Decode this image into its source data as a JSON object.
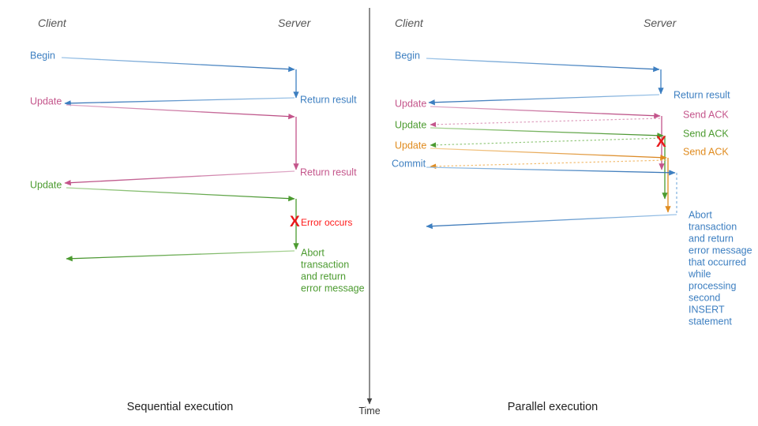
{
  "figure": {
    "title_left": "Sequential execution",
    "title_right": "Parallel execution",
    "time_axis_label": "Time",
    "colors": {
      "blue": "#3d7fc1",
      "blue_light": "#7fb0de",
      "pink": "#c4558b",
      "pink_light": "#dfa0bf",
      "green": "#4c9b30",
      "green_light": "#95c97f",
      "orange": "#e08b1e",
      "orange_light": "#f2bd72",
      "red": "#e8191b",
      "gray": "#555555",
      "axis": "#444444"
    }
  },
  "left_panel": {
    "name": "Sequential execution",
    "actors": {
      "client": "Client",
      "server": "Server"
    },
    "caption": "Sequential execution",
    "messages": [
      {
        "label": "Begin",
        "color": "blue",
        "side": "client"
      },
      {
        "label": "Return result",
        "color": "blue",
        "side": "server"
      },
      {
        "label": "Update",
        "color": "pink",
        "side": "client"
      },
      {
        "label": "Return result",
        "color": "pink",
        "side": "server"
      },
      {
        "label": "Update",
        "color": "green",
        "side": "client"
      }
    ],
    "error": {
      "mark": "X",
      "label": "Error occurs",
      "color": "red"
    },
    "abort_note": {
      "color": "green",
      "lines": [
        "Abort",
        "transaction",
        "and return",
        "error message"
      ]
    }
  },
  "right_panel": {
    "name": "Parallel execution",
    "actors": {
      "client": "Client",
      "server": "Server"
    },
    "caption": "Parallel execution",
    "messages": [
      {
        "label": "Begin",
        "color": "blue",
        "side": "client"
      },
      {
        "label": "Return result",
        "color": "blue",
        "side": "server"
      },
      {
        "label": "Update",
        "color": "pink",
        "side": "client"
      },
      {
        "label": "Send ACK",
        "color": "pink",
        "side": "server"
      },
      {
        "label": "Update",
        "color": "green",
        "side": "client"
      },
      {
        "label": "Send ACK",
        "color": "green",
        "side": "server"
      },
      {
        "label": "Update",
        "color": "orange",
        "side": "client"
      },
      {
        "label": "Send ACK",
        "color": "orange",
        "side": "server"
      },
      {
        "label": "Commit",
        "color": "blue",
        "side": "client"
      }
    ],
    "error": {
      "mark": "X",
      "label": "",
      "color": "red"
    },
    "abort_note": {
      "color": "blue",
      "lines": [
        "Abort",
        "transaction",
        "and return",
        "error message",
        "that occurred",
        "while",
        "processing",
        "second",
        "INSERT",
        "statement"
      ]
    }
  }
}
